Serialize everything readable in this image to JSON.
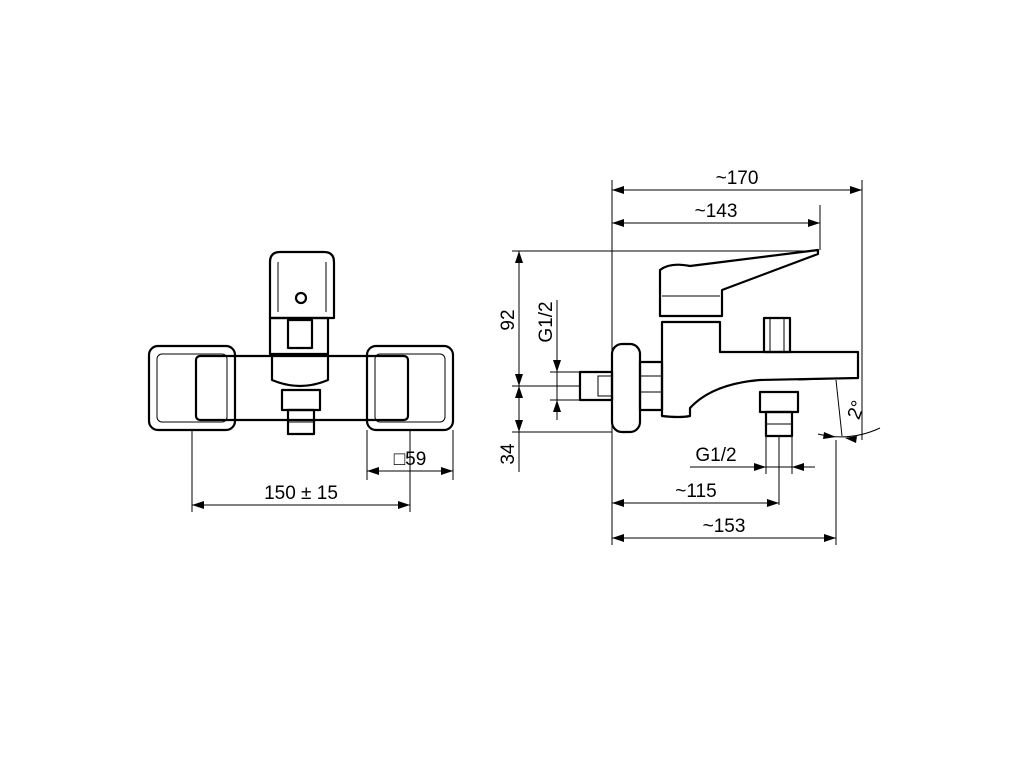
{
  "front_view": {
    "width_dim": "150 ± 15",
    "square_dim": "□59"
  },
  "side_view": {
    "overall_length": "~170",
    "lever_length": "~143",
    "height_above_axis": "92",
    "height_below_axis": "34",
    "inlet_thread": "G1/2",
    "outlet_thread": "G1/2",
    "outlet_distance": "~115",
    "spout_length": "~153",
    "spout_angle": "2°"
  }
}
